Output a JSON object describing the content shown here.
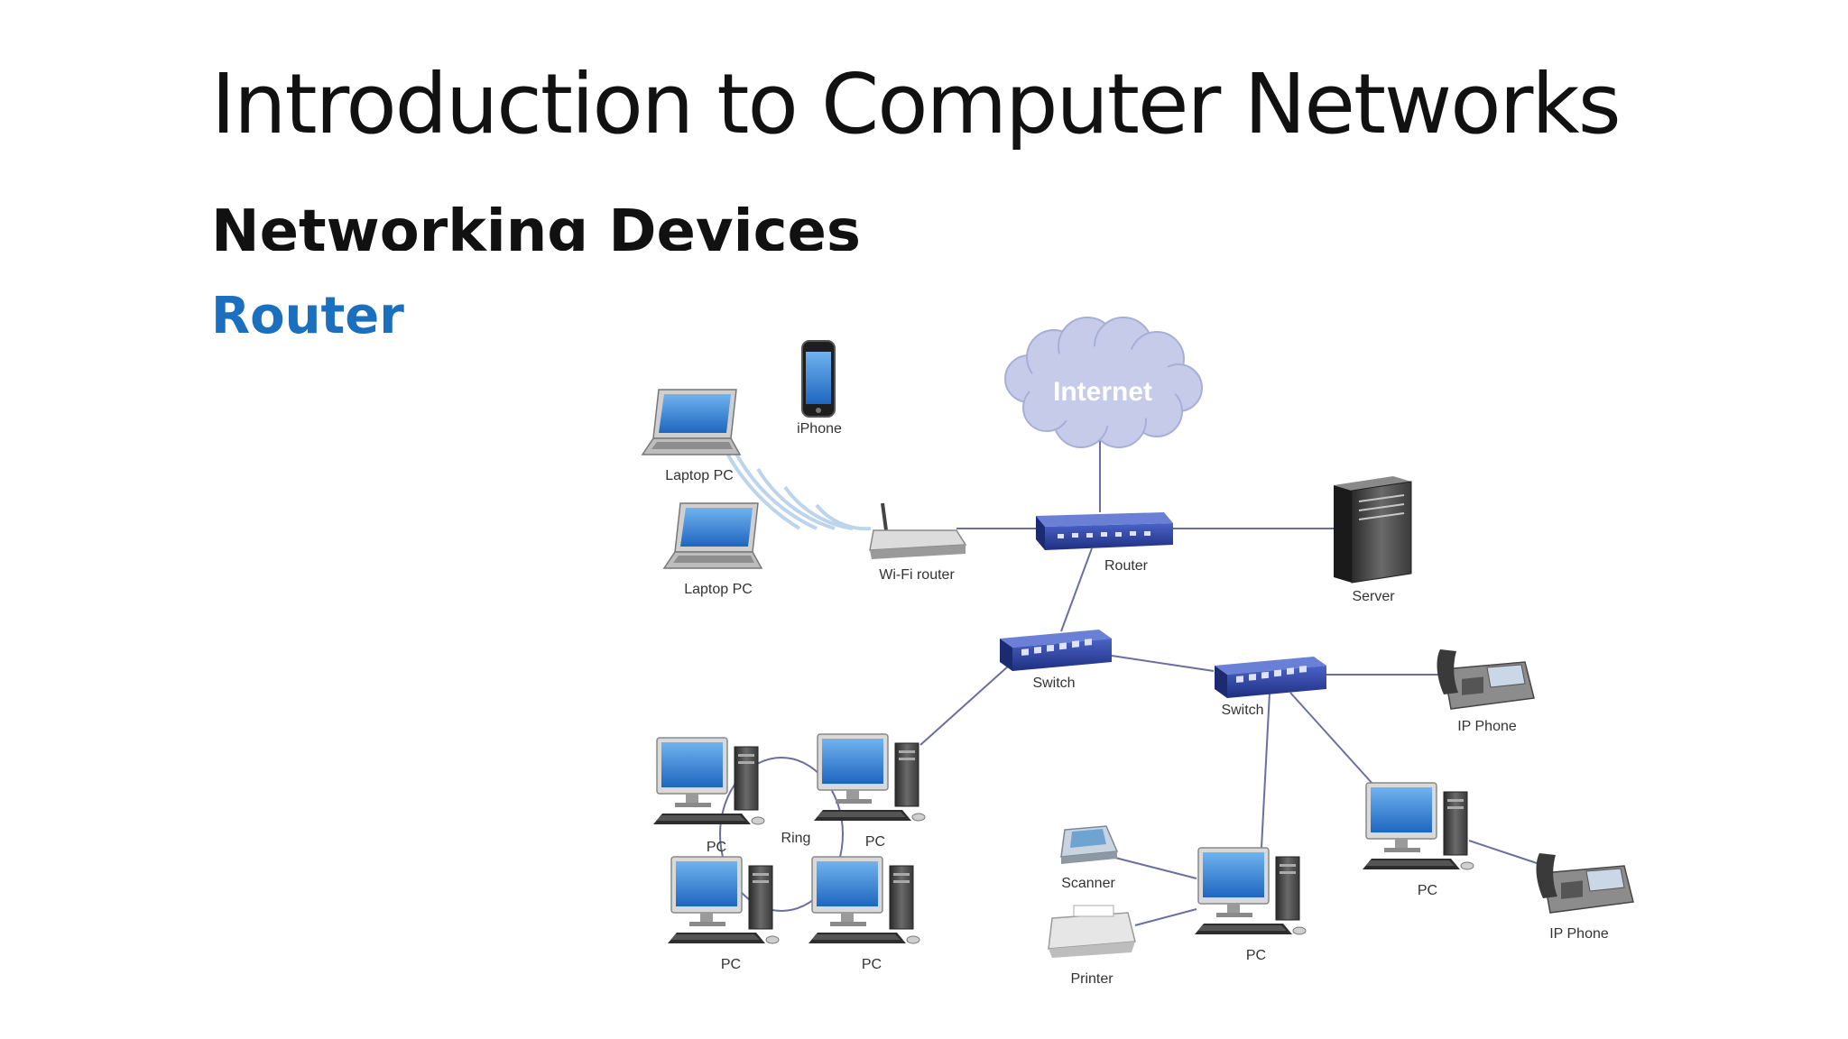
{
  "title": "Introduction to Computer Networks",
  "subtitle": "Networking Devices",
  "topic": "Router",
  "labels": {
    "internet": "Internet",
    "iphone": "iPhone",
    "laptop1": "Laptop PC",
    "laptop2": "Laptop PC",
    "wifi_router": "Wi-Fi router",
    "router": "Router",
    "server": "Server",
    "switch1": "Switch",
    "switch2": "Switch",
    "ip_phone1": "IP Phone",
    "ip_phone2": "IP Phone",
    "ring": "Ring",
    "pc1": "PC",
    "pc2": "PC",
    "pc3": "PC",
    "pc4": "PC",
    "pc5": "PC",
    "pc6": "PC",
    "scanner": "Scanner",
    "printer": "Printer"
  },
  "colors": {
    "title": "#111111",
    "topic": "#1a6fbf",
    "device_blue": "#2a3f9a",
    "screen_blue": "#3f8fd8",
    "cloud": "#c5cbe8",
    "link": "#6a6fa0"
  }
}
